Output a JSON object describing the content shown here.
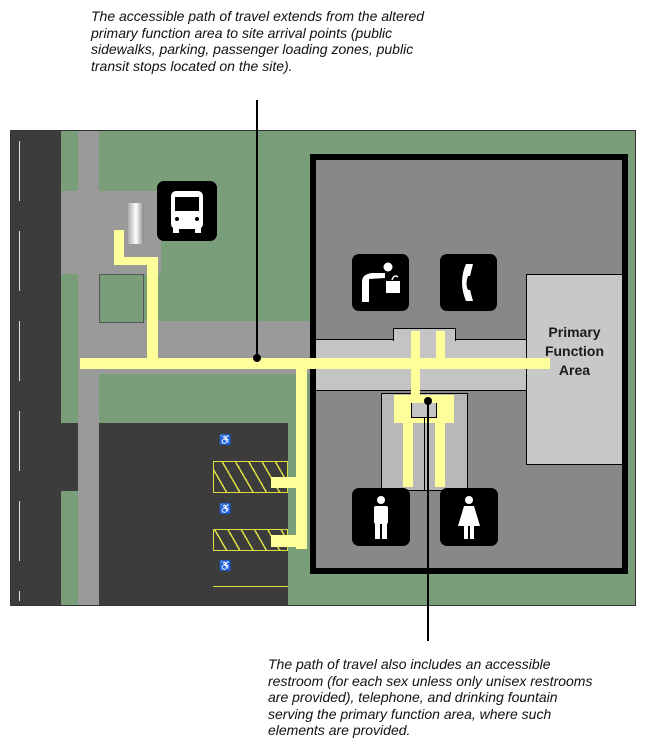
{
  "captions": {
    "top": "The accessible path of travel extends from the altered\nprimary function area to site arrival points (public\nsidewalks, parking, passenger loading zones, public\ntransit stops located on the site).",
    "bottom": "The path of travel also includes an accessible\nrestroom (for each sex unless only unisex restrooms\nare provided), telephone, and drinking fountain\nserving the primary function area, where such\nelements are provided."
  },
  "map": {
    "primary_function_area_label": "Primary\nFunction\nArea",
    "icons": [
      "bus-icon",
      "drinking-fountain-icon",
      "telephone-icon",
      "mens-restroom-icon",
      "womens-restroom-icon",
      "accessible-parking-icon"
    ]
  },
  "colors": {
    "grass": "#7a9e7a",
    "road": "#3c3c3c",
    "sidewalk": "#9a9a9a",
    "building": "#888888",
    "corridor": "#c4c4c4",
    "path": "#ffff99"
  }
}
